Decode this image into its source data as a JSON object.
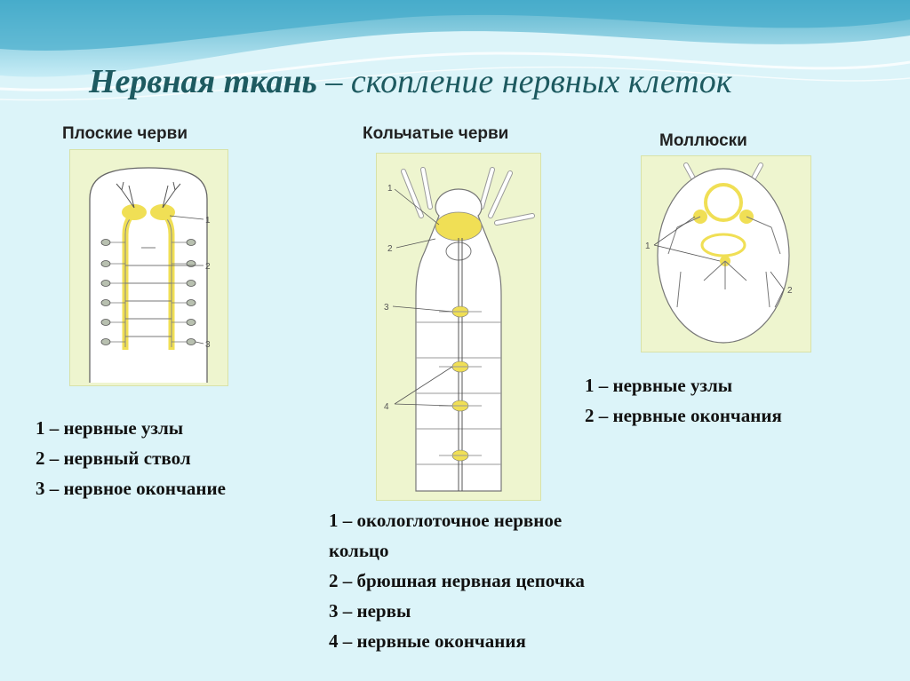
{
  "title": {
    "bold": "Нервная ткань",
    "rest": " – скопление нервных клеток"
  },
  "colors": {
    "background": "#dcf4f9",
    "title": "#1d5a60",
    "nerve_yellow": "#f0df55",
    "panel": "#eef5cf"
  },
  "flatworms": {
    "heading": "Плоские черви",
    "figure_labels": [
      "1",
      "2",
      "3"
    ],
    "legend": [
      "1 – нервные узлы",
      "2 – нервный ствол",
      "3 – нервное окончание"
    ]
  },
  "annelids": {
    "heading": "Кольчатые черви",
    "figure_labels": [
      "1",
      "2",
      "3",
      "4"
    ],
    "legend": [
      "1 – окологлоточное нервное",
      "кольцо",
      "2 – брюшная нервная цепочка",
      "3 – нервы",
      "4 – нервные окончания"
    ]
  },
  "mollusks": {
    "heading": "Моллюски",
    "figure_labels": [
      "1",
      "2"
    ],
    "legend": [
      "1 – нервные узлы",
      "2 – нервные окончания"
    ]
  }
}
